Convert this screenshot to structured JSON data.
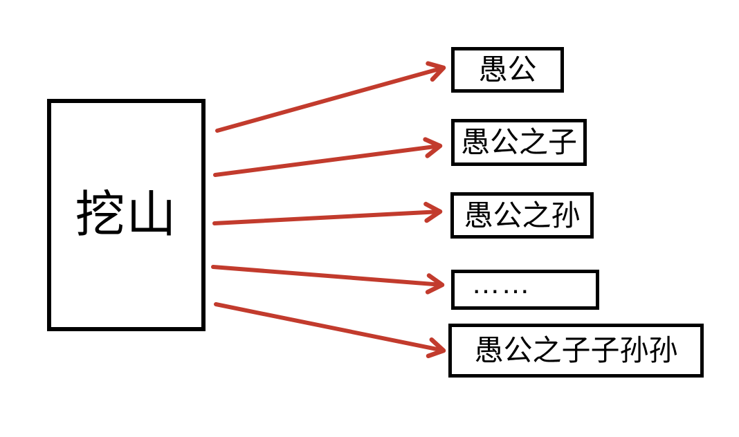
{
  "diagram": {
    "background_color": "#ffffff",
    "box_border_color": "#000000",
    "text_color": "#000000",
    "arrow_color": "#c23b2d",
    "source": {
      "label": "挖山"
    },
    "targets": [
      {
        "label": "愚公"
      },
      {
        "label": "愚公之子"
      },
      {
        "label": "愚公之孙"
      },
      {
        "label": "……"
      },
      {
        "label": "愚公之子子孙孙"
      }
    ]
  }
}
